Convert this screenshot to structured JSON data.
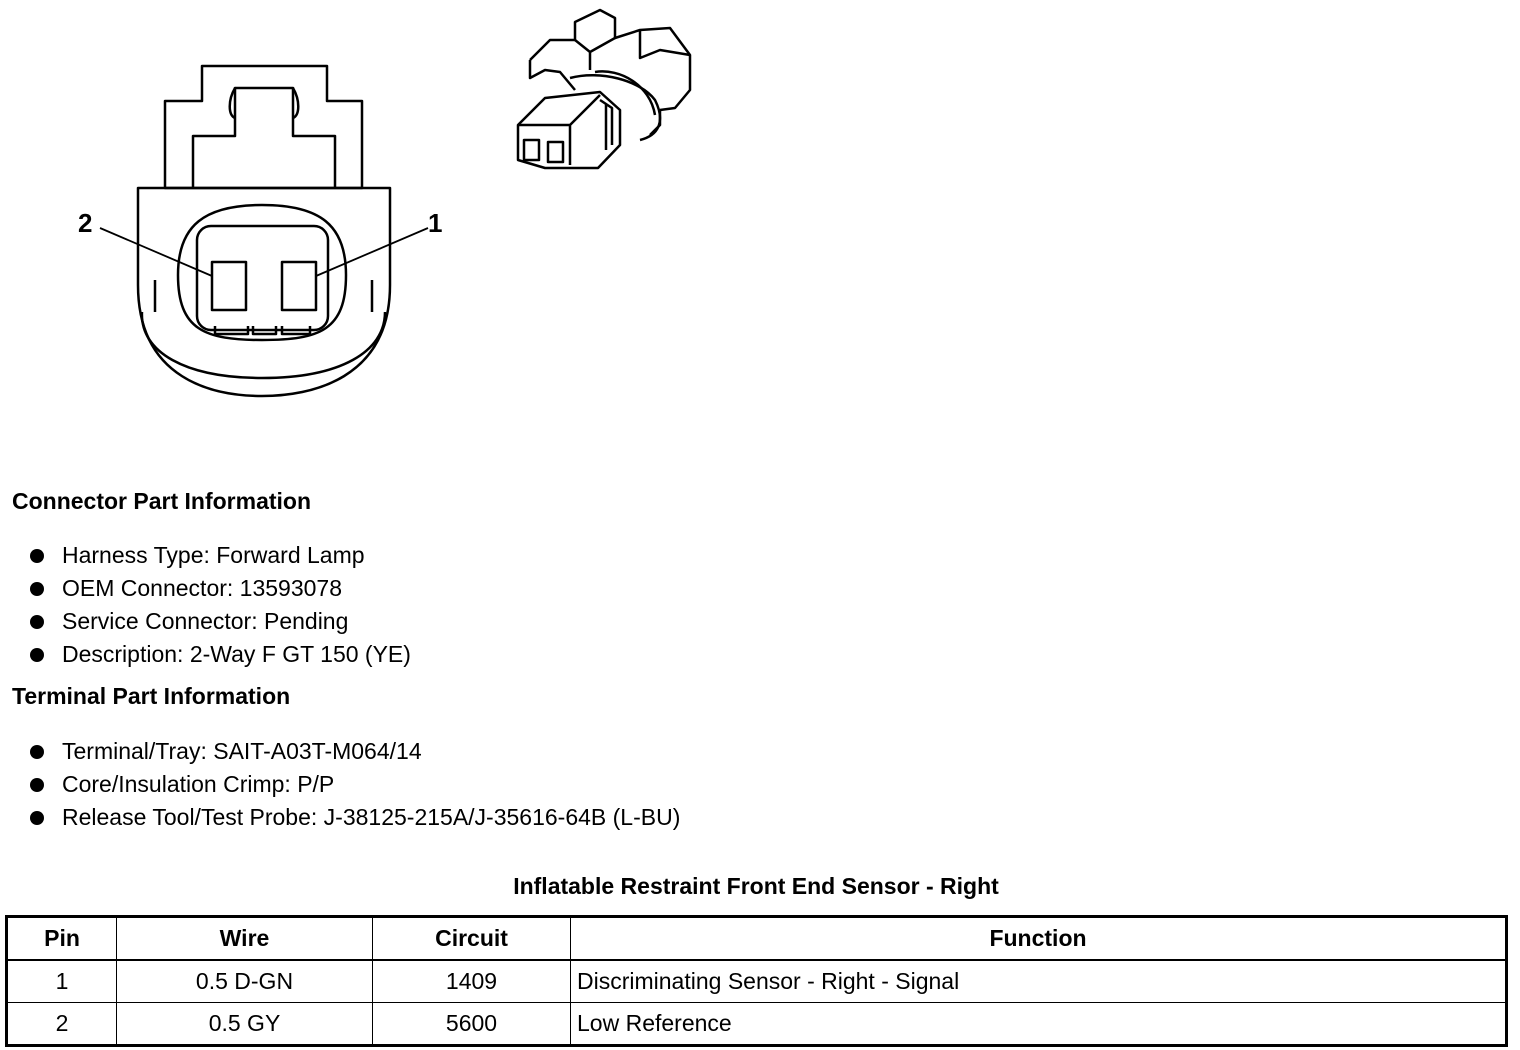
{
  "figure": {
    "pin_callouts": {
      "left": "2",
      "right": "1"
    }
  },
  "connector_info": {
    "heading": "Connector Part Information",
    "items": [
      "Harness Type: Forward Lamp",
      "OEM Connector: 13593078",
      "Service Connector: Pending",
      "Description: 2-Way F GT 150 (YE)"
    ]
  },
  "terminal_info": {
    "heading": "Terminal Part Information",
    "items": [
      "Terminal/Tray: SAIT-A03T-M064/14",
      "Core/Insulation Crimp: P/P",
      "Release Tool/Test Probe: J-38125-215A/J-35616-64B (L-BU)"
    ]
  },
  "pin_table": {
    "title": "Inflatable Restraint Front End Sensor - Right",
    "headers": [
      "Pin",
      "Wire",
      "Circuit",
      "Function"
    ],
    "rows": [
      [
        "1",
        "0.5 D-GN",
        "1409",
        "Discriminating Sensor - Right - Signal"
      ],
      [
        "2",
        "0.5 GY",
        "5600",
        "Low Reference"
      ]
    ]
  }
}
